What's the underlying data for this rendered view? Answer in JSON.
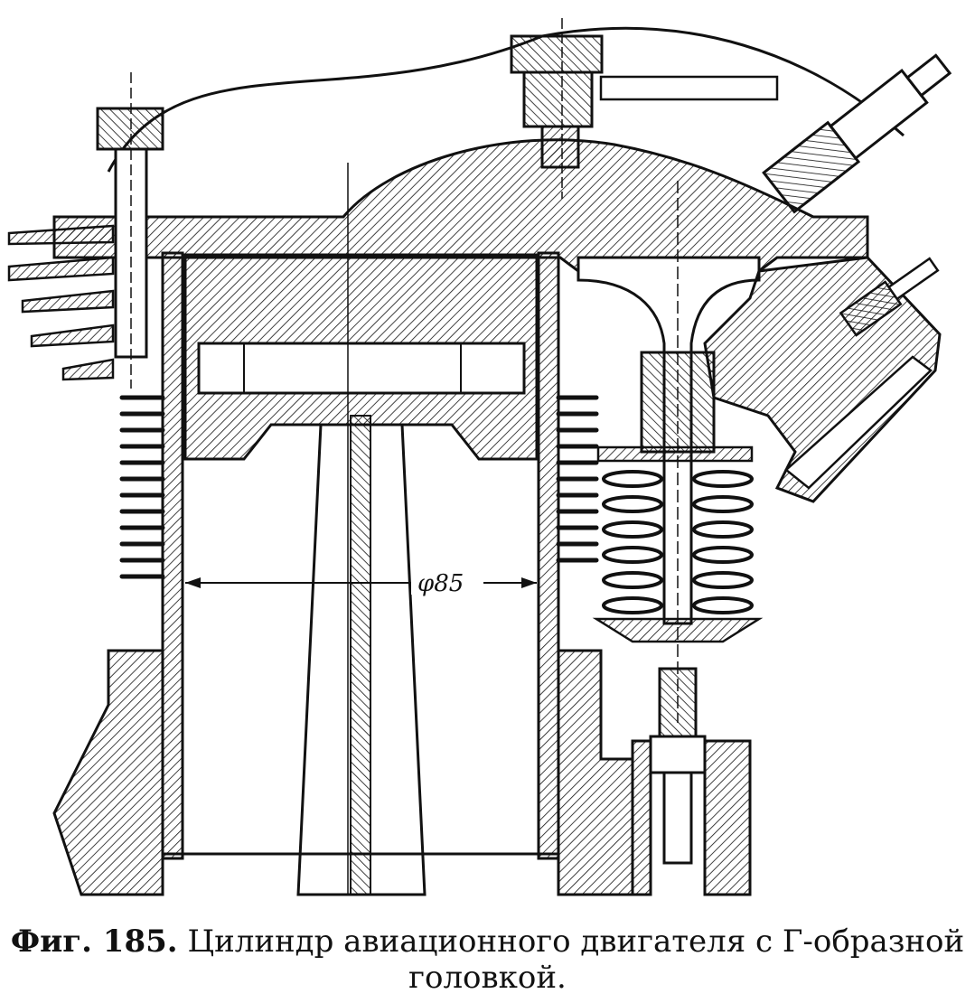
{
  "figure": {
    "dimension_label": "φ85"
  },
  "caption": {
    "prefix": "Фиг. 185.",
    "line1": "Цилиндр авиационного двигателя с Г-образной",
    "line2": "головкой."
  },
  "colors": {
    "ink": "#111111",
    "paper": "#ffffff"
  }
}
